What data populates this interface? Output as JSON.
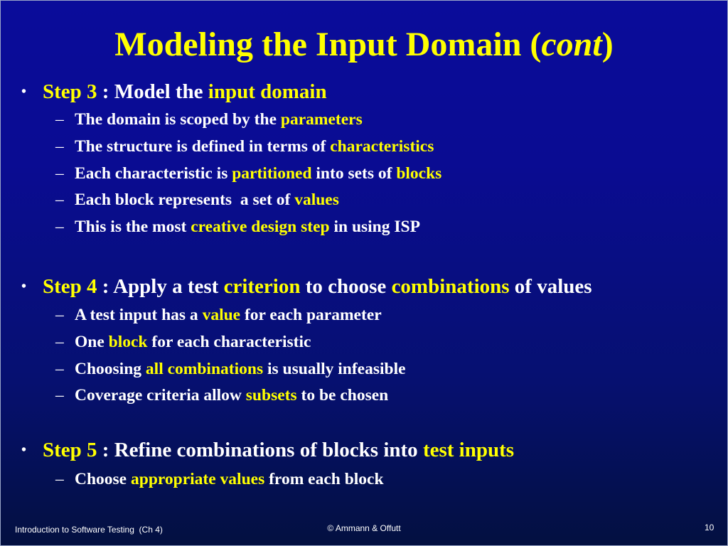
{
  "title": {
    "main": "Modeling the Input Domain (",
    "italic": "cont",
    "close": ")"
  },
  "bullet_glyph": "•",
  "dash_glyph": "–",
  "steps": [
    {
      "parts": [
        {
          "text": "Step 3",
          "highlight": true
        },
        {
          "text": " : Model the ",
          "highlight": false
        },
        {
          "text": "input domain",
          "highlight": true
        }
      ],
      "subs": [
        [
          {
            "text": "The domain is scoped by the ",
            "highlight": false
          },
          {
            "text": "parameters",
            "highlight": true
          }
        ],
        [
          {
            "text": "The structure is defined in terms of ",
            "highlight": false
          },
          {
            "text": "characteristics",
            "highlight": true
          }
        ],
        [
          {
            "text": "Each characteristic is ",
            "highlight": false
          },
          {
            "text": "partitioned",
            "highlight": true
          },
          {
            "text": " into sets of ",
            "highlight": false
          },
          {
            "text": "blocks",
            "highlight": true
          }
        ],
        [
          {
            "text": "Each block represents  a set of ",
            "highlight": false
          },
          {
            "text": "values",
            "highlight": true
          }
        ],
        [
          {
            "text": "This is the most ",
            "highlight": false
          },
          {
            "text": "creative design step",
            "highlight": true
          },
          {
            "text": " in using ISP",
            "highlight": false
          }
        ]
      ]
    },
    {
      "parts": [
        {
          "text": "Step 4",
          "highlight": true
        },
        {
          "text": " : Apply a test ",
          "highlight": false
        },
        {
          "text": "criterion",
          "highlight": true
        },
        {
          "text": " to choose ",
          "highlight": false
        },
        {
          "text": "combinations",
          "highlight": true
        },
        {
          "text": " of values",
          "highlight": false
        }
      ],
      "subs": [
        [
          {
            "text": "A test input has a ",
            "highlight": false
          },
          {
            "text": "value",
            "highlight": true
          },
          {
            "text": " for each parameter",
            "highlight": false
          }
        ],
        [
          {
            "text": "One ",
            "highlight": false
          },
          {
            "text": "block",
            "highlight": true
          },
          {
            "text": " for each characteristic",
            "highlight": false
          }
        ],
        [
          {
            "text": "Choosing ",
            "highlight": false
          },
          {
            "text": "all combinations",
            "highlight": true
          },
          {
            "text": " is usually infeasible",
            "highlight": false
          }
        ],
        [
          {
            "text": "Coverage criteria allow ",
            "highlight": false
          },
          {
            "text": "subsets",
            "highlight": true
          },
          {
            "text": " to be chosen",
            "highlight": false
          }
        ]
      ]
    },
    {
      "parts": [
        {
          "text": "Step 5",
          "highlight": true
        },
        {
          "text": " : Refine combinations of blocks into ",
          "highlight": false
        },
        {
          "text": "test inputs",
          "highlight": true
        }
      ],
      "subs": [
        [
          {
            "text": "Choose ",
            "highlight": false
          },
          {
            "text": "appropriate values",
            "highlight": true
          },
          {
            "text": " from each block",
            "highlight": false
          }
        ]
      ]
    }
  ],
  "footer": {
    "left": "Introduction to Software Testing  (Ch 4)",
    "center": "© Ammann & Offutt",
    "page_number": "10"
  },
  "colors": {
    "highlight": "#ffff00",
    "text": "#ffffff",
    "background": "#0a0c9a"
  }
}
